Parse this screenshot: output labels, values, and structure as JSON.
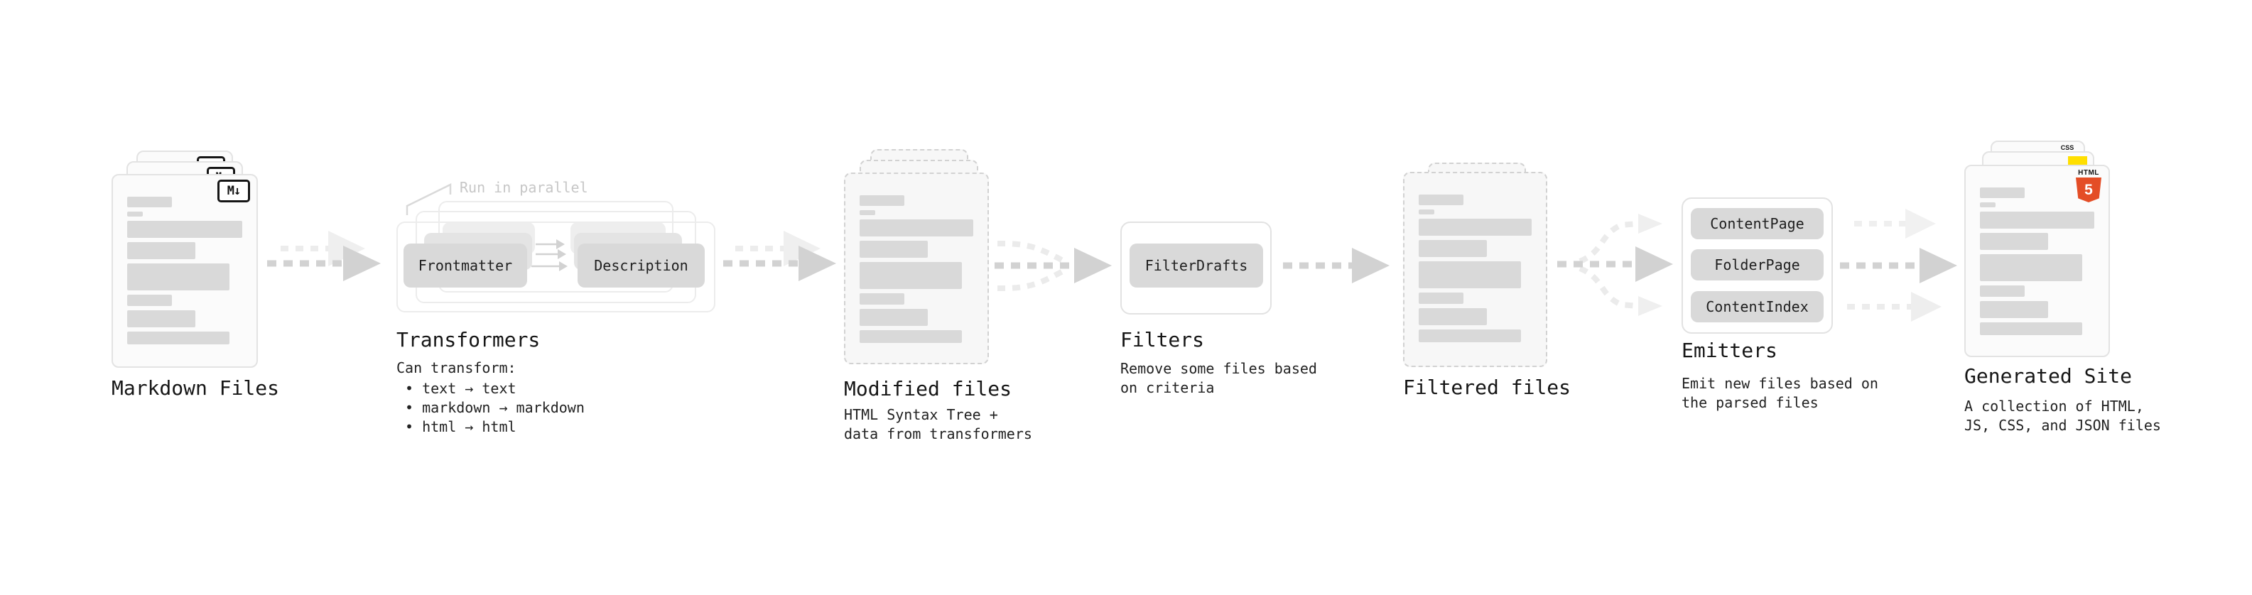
{
  "diagram": {
    "markdown_files": {
      "title": "Markdown Files",
      "badge": "M↓"
    },
    "transformers": {
      "title": "Transformers",
      "parallel_label": "Run in parallel",
      "pill_left": "Frontmatter",
      "pill_right": "Description",
      "note_heading": "Can transform:",
      "bullets": [
        "• text → text",
        "• markdown → markdown",
        "• html → html"
      ]
    },
    "modified_files": {
      "title": "Modified files",
      "desc_line1": "HTML Syntax Tree +",
      "desc_line2": "data from transformers"
    },
    "filters": {
      "title": "Filters",
      "pill": "FilterDrafts",
      "desc_line1": "Remove some files based",
      "desc_line2": "on criteria"
    },
    "filtered_files": {
      "title": "Filtered files"
    },
    "emitters": {
      "title": "Emitters",
      "pills": [
        "ContentPage",
        "FolderPage",
        "ContentIndex"
      ],
      "desc_line1": "Emit new files based on",
      "desc_line2": "the parsed files"
    },
    "generated_site": {
      "title": "Generated Site",
      "desc_line1": "A collection of HTML,",
      "desc_line2": "JS, CSS, and JSON files",
      "html5_badge_top": "HTML",
      "html5_badge_number": "5",
      "css_badge": "CSS"
    }
  },
  "colors": {
    "html5_orange": "#e44d26",
    "js_yellow": "#ffdf00",
    "css_blue": "#264de4",
    "arrow_dark": "#d2d2d2",
    "arrow_light": "#ececec"
  }
}
